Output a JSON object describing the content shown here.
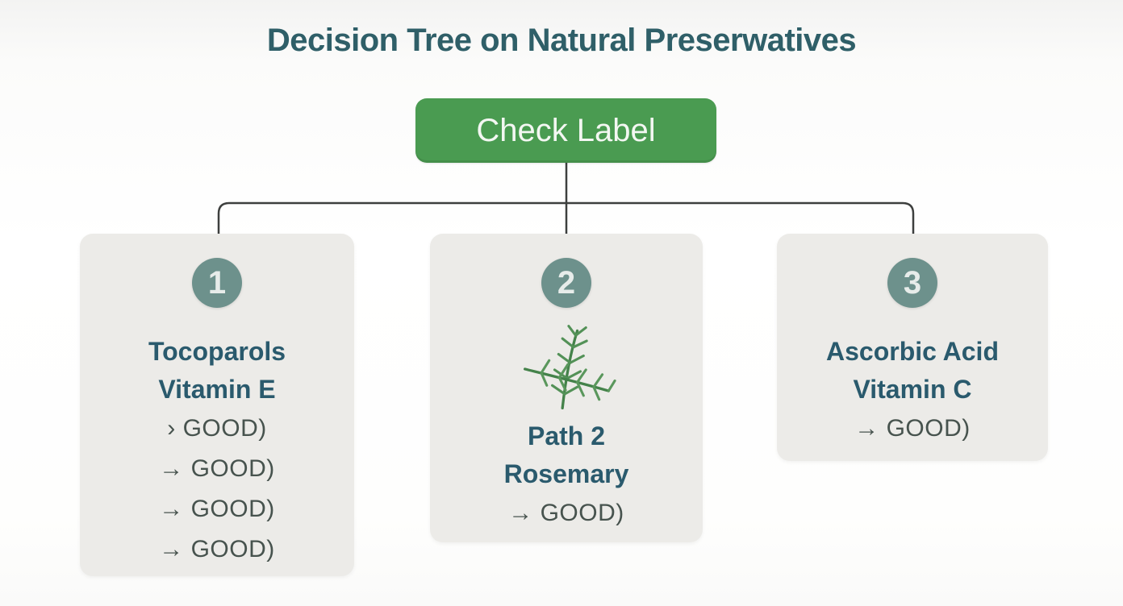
{
  "page": {
    "title": "Decision Tree on Natural Preserwatives"
  },
  "root_node": {
    "label": "Check Label"
  },
  "branches": [
    {
      "number": "1",
      "title_lines": [
        "Tocoparols",
        "Vitamin E"
      ],
      "items": [
        "› GOOD)",
        "→ GOOD)",
        "→ GOOD)",
        "→ GOOD)"
      ],
      "icon": null
    },
    {
      "number": "2",
      "title_lines": [
        "Path 2",
        "Rosemary"
      ],
      "items": [
        "→ GOOD)"
      ],
      "icon": "rosemary-sprig-icon"
    },
    {
      "number": "3",
      "title_lines": [
        "Ascorbic Acid",
        "Vitamin C"
      ],
      "items": [
        "→ GOOD)"
      ],
      "icon": null
    }
  ],
  "colors": {
    "accent_green": "#4a9b51",
    "card_background": "#ecebe8",
    "number_circle": "#6d918c",
    "title_text": "#2f5f68",
    "heading_text": "#2a5a6d",
    "list_text": "#47534e",
    "connector_line": "#3d3f3e",
    "rosemary_green": "#4f8c53"
  }
}
